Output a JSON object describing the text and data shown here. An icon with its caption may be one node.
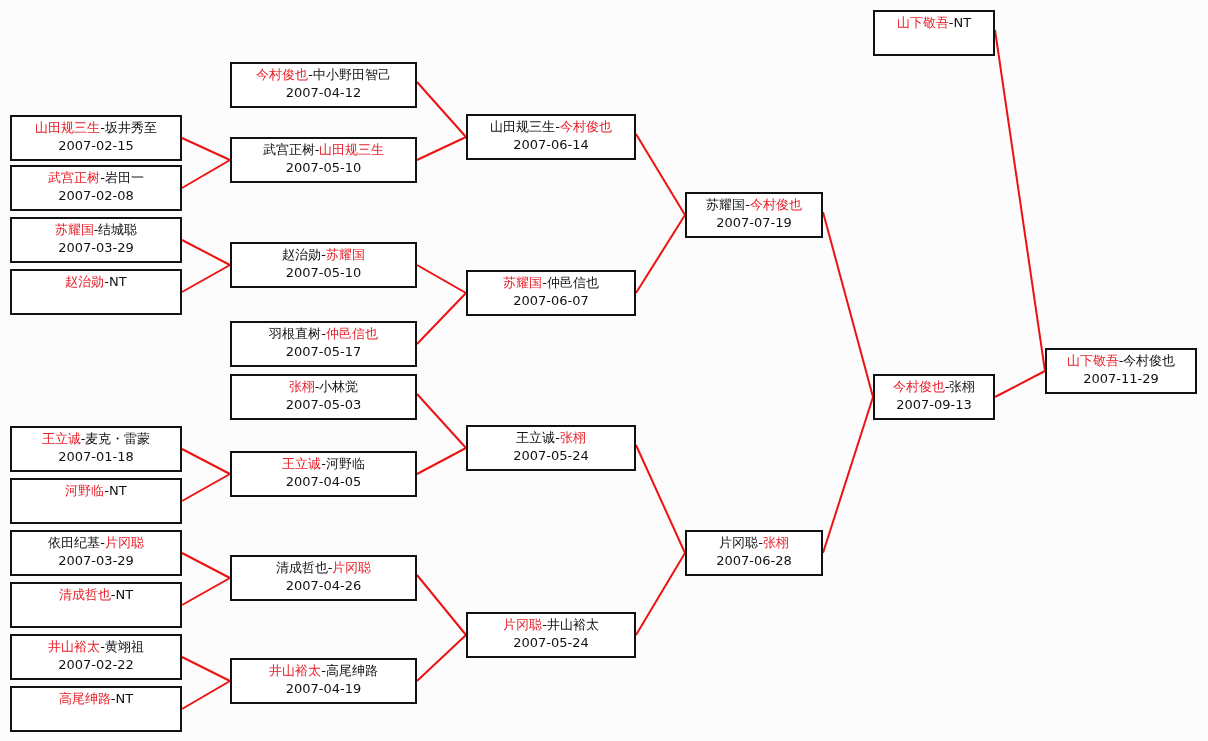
{
  "diagram": {
    "nodes": [
      {
        "text": [
          "*山田规三生*-坂井秀至",
          "2007-02-15"
        ]
      },
      {
        "text": [
          "*武宫正树*-岩田一",
          "2007-02-08"
        ]
      },
      {
        "text": [
          "*苏耀国*-结城聪",
          "2007-03-29"
        ]
      },
      {
        "text": [
          "*赵治勋*-NT"
        ]
      },
      {
        "text": [
          "*王立诚*-麦克・雷蒙",
          "2007-01-18"
        ]
      },
      {
        "text": [
          "*河野临*-NT"
        ]
      },
      {
        "text": [
          "依田纪基-*片冈聪*",
          "2007-03-29"
        ]
      },
      {
        "text": [
          "*清成哲也*-NT"
        ]
      },
      {
        "text": [
          "*井山裕太*-黄翊祖",
          "2007-02-22"
        ]
      },
      {
        "text": [
          "*高尾绅路*-NT"
        ]
      },
      {
        "text": [
          "*今村俊也*-中小野田智己",
          "2007-04-12"
        ]
      },
      {
        "text": [
          "武宫正树-*山田规三生*",
          "2007-05-10"
        ]
      },
      {
        "text": [
          "赵治勋-*苏耀国*",
          "2007-05-10"
        ]
      },
      {
        "text": [
          "羽根直树-*仲邑信也*",
          "2007-05-17"
        ]
      },
      {
        "text": [
          "*张栩*-小林觉",
          "2007-05-03"
        ]
      },
      {
        "text": [
          "*王立诚*-河野临",
          "2007-04-05"
        ]
      },
      {
        "text": [
          "清成哲也-*片冈聪*",
          "2007-04-26"
        ]
      },
      {
        "text": [
          "*井山裕太*-高尾绅路",
          "2007-04-19"
        ]
      },
      {
        "text": [
          "山田规三生-*今村俊也*",
          "2007-06-14"
        ]
      },
      {
        "text": [
          "*苏耀国*-仲邑信也",
          "2007-06-07"
        ]
      },
      {
        "text": [
          "王立诚-*张栩*",
          "2007-05-24"
        ]
      },
      {
        "text": [
          "*片冈聪*-井山裕太",
          "2007-05-24"
        ]
      },
      {
        "text": [
          "苏耀国-*今村俊也*",
          "2007-07-19"
        ]
      },
      {
        "text": [
          "片冈聪-*张栩*",
          "2007-06-28"
        ]
      },
      {
        "text": [
          "*山下敬吾*-NT"
        ]
      },
      {
        "text": [
          "*今村俊也*-张栩",
          "2007-09-13"
        ]
      },
      {
        "text": [
          "*山下敬吾*-今村俊也",
          "2007-11-29"
        ]
      }
    ],
    "edges": [
      {
        "from": 0,
        "to": 11,
        "arrow": "none"
      },
      {
        "from": 1,
        "to": 11,
        "arrow": "none"
      },
      {
        "from": 2,
        "to": 12,
        "arrow": "none"
      },
      {
        "from": 3,
        "to": 12,
        "arrow": "none"
      },
      {
        "from": 4,
        "to": 15,
        "arrow": "none"
      },
      {
        "from": 5,
        "to": 15,
        "arrow": "none"
      },
      {
        "from": 6,
        "to": 16,
        "arrow": "none"
      },
      {
        "from": 7,
        "to": 16,
        "arrow": "none"
      },
      {
        "from": 8,
        "to": 17,
        "arrow": "none"
      },
      {
        "from": 9,
        "to": 17,
        "arrow": "none"
      },
      {
        "from": 10,
        "to": 18,
        "arrow": "none"
      },
      {
        "from": 11,
        "to": 18,
        "arrow": "none"
      },
      {
        "from": 12,
        "to": 19,
        "arrow": "none"
      },
      {
        "from": 13,
        "to": 19,
        "arrow": "none"
      },
      {
        "from": 14,
        "to": 20,
        "arrow": "none"
      },
      {
        "from": 15,
        "to": 20,
        "arrow": "none"
      },
      {
        "from": 16,
        "to": 21,
        "arrow": "none"
      },
      {
        "from": 17,
        "to": 21,
        "arrow": "none"
      },
      {
        "from": 18,
        "to": 22,
        "arrow": "none"
      },
      {
        "from": 19,
        "to": 22,
        "arrow": "none"
      },
      {
        "from": 20,
        "to": 23,
        "arrow": "none"
      },
      {
        "from": 21,
        "to": 23,
        "arrow": "none"
      },
      {
        "from": 22,
        "to": 25,
        "arrow": "none"
      },
      {
        "from": 23,
        "to": 25,
        "arrow": "none"
      },
      {
        "from": 24,
        "to": 26,
        "arrow": "none"
      },
      {
        "from": 25,
        "to": 26,
        "arrow": "none"
      }
    ]
  }
}
